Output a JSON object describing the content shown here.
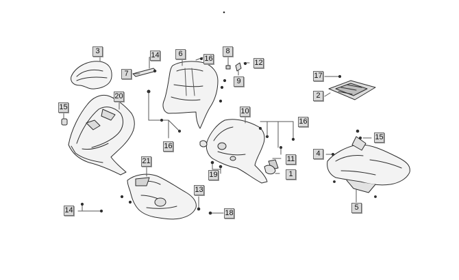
{
  "diagram": {
    "callouts": [
      {
        "id": "c3",
        "label": "3"
      },
      {
        "id": "c14a",
        "label": "14"
      },
      {
        "id": "c7",
        "label": "7"
      },
      {
        "id": "c6",
        "label": "6"
      },
      {
        "id": "c16a",
        "label": "16"
      },
      {
        "id": "c8",
        "label": "8"
      },
      {
        "id": "c12",
        "label": "12"
      },
      {
        "id": "c9",
        "label": "9"
      },
      {
        "id": "c17",
        "label": "17"
      },
      {
        "id": "c2",
        "label": "2"
      },
      {
        "id": "c20",
        "label": "20"
      },
      {
        "id": "c15a",
        "label": "15"
      },
      {
        "id": "c10",
        "label": "10"
      },
      {
        "id": "c16b",
        "label": "16"
      },
      {
        "id": "c16c",
        "label": "16"
      },
      {
        "id": "c4",
        "label": "4"
      },
      {
        "id": "c15b",
        "label": "15"
      },
      {
        "id": "c21",
        "label": "21"
      },
      {
        "id": "c11",
        "label": "11"
      },
      {
        "id": "c19",
        "label": "19"
      },
      {
        "id": "c1",
        "label": "1"
      },
      {
        "id": "c13",
        "label": "13"
      },
      {
        "id": "c5",
        "label": "5"
      },
      {
        "id": "c14b",
        "label": "14"
      },
      {
        "id": "c18",
        "label": "18"
      }
    ]
  }
}
